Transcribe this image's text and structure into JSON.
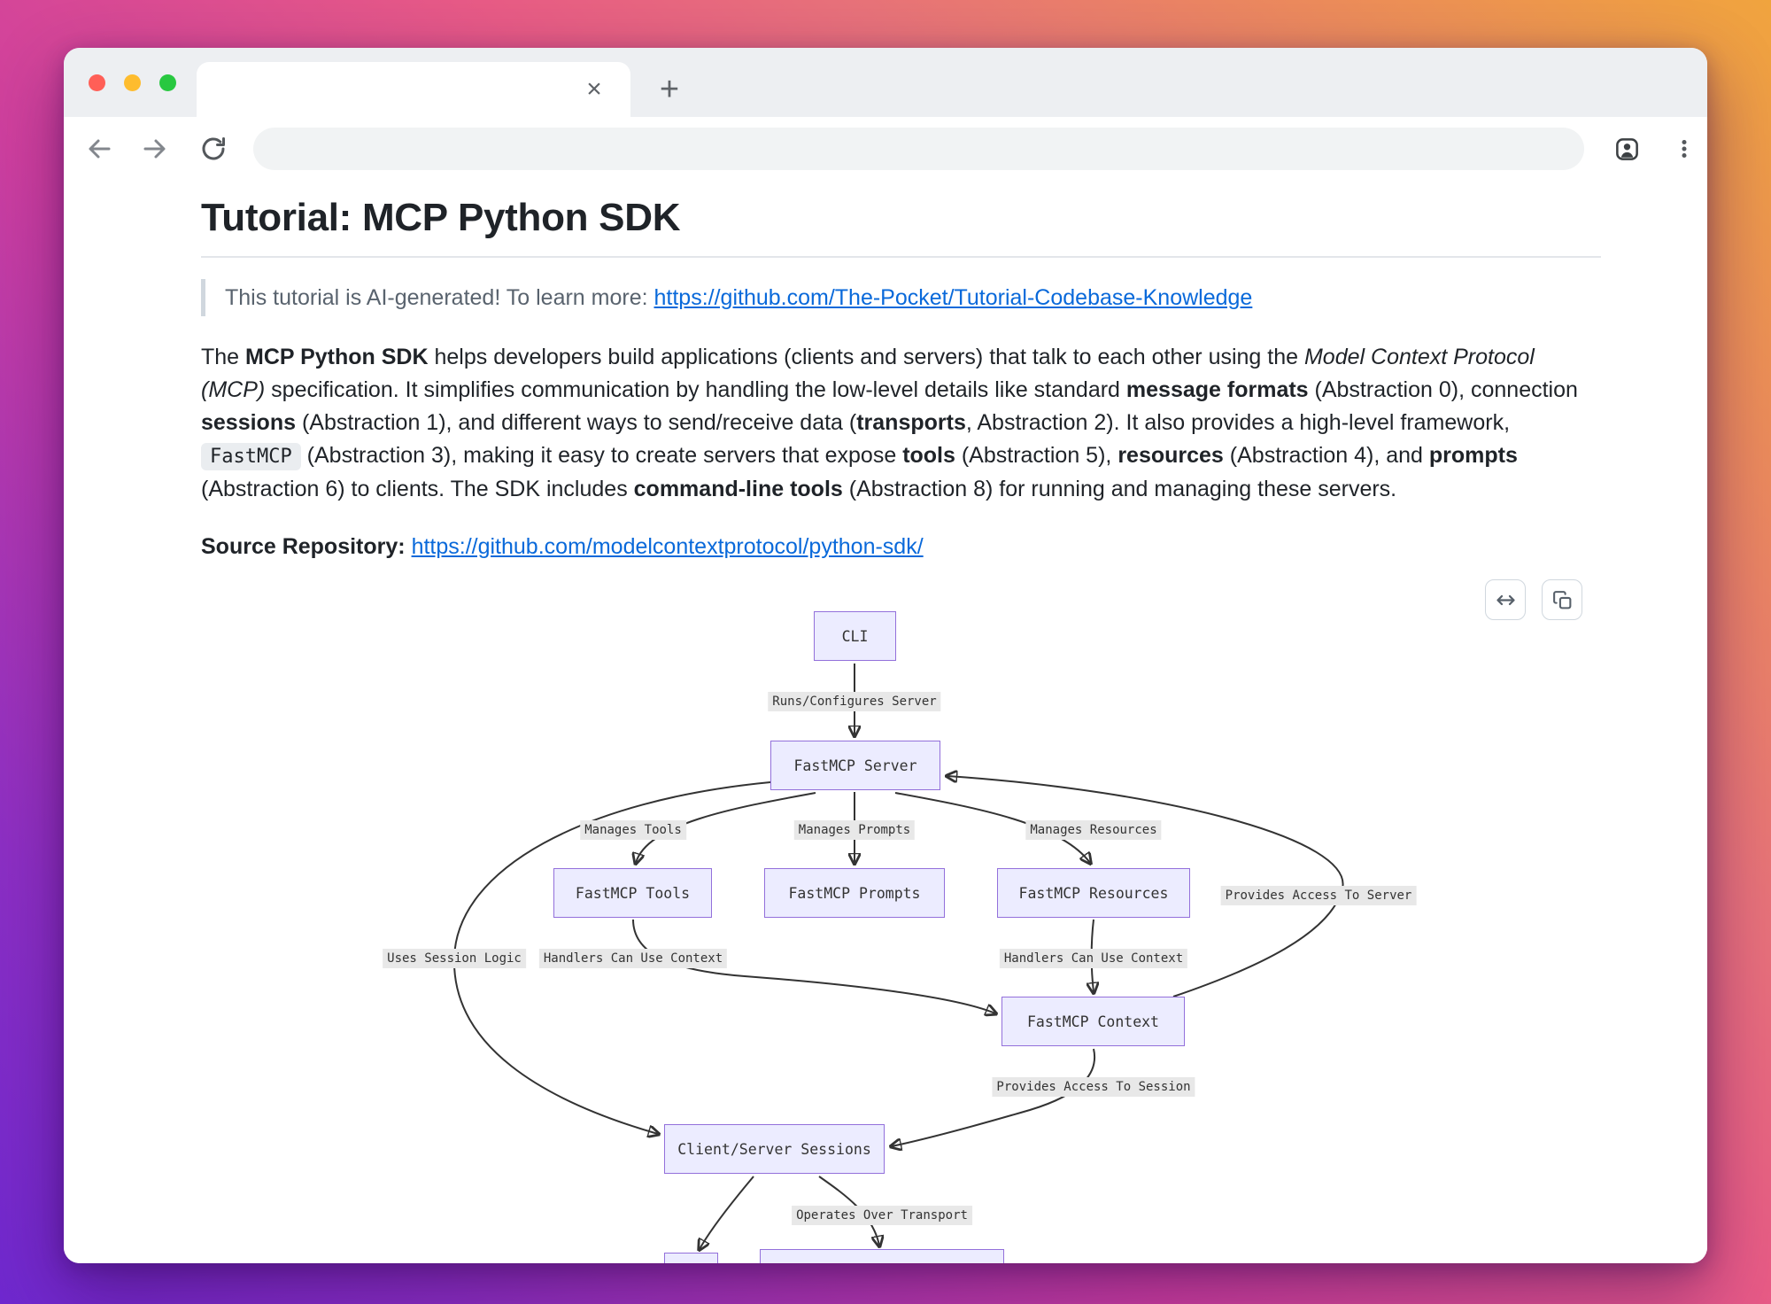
{
  "browser": {
    "window_controls": [
      "close",
      "minimize",
      "zoom"
    ],
    "tab": {
      "close_glyph": "×"
    },
    "new_tab_glyph": "+",
    "address_value": "",
    "icons": {
      "back": "arrow-left",
      "forward": "arrow-right",
      "reload": "refresh-circular-arrow",
      "profile": "user-badge",
      "menu": "kebab-vertical-dots"
    }
  },
  "page": {
    "title": "Tutorial: MCP Python SDK",
    "callout": {
      "text": "This tutorial is AI-generated! To learn more: ",
      "link": "https://github.com/The-Pocket/Tutorial-Codebase-Knowledge"
    },
    "intro_segments": [
      {
        "text": "The ",
        "style": "normal"
      },
      {
        "text": "MCP Python SDK",
        "style": "bold"
      },
      {
        "text": " helps developers build applications (clients and servers) that talk to each other using the ",
        "style": "normal"
      },
      {
        "text": "Model Context Protocol (MCP)",
        "style": "italic"
      },
      {
        "text": " specification. It simplifies communication by handling the low-level details like standard ",
        "style": "normal"
      },
      {
        "text": "message formats",
        "style": "bold"
      },
      {
        "text": " (Abstraction 0), connection ",
        "style": "normal"
      },
      {
        "text": "sessions",
        "style": "bold"
      },
      {
        "text": " (Abstraction 1), and different ways to send/receive data (",
        "style": "normal"
      },
      {
        "text": "transports",
        "style": "bold"
      },
      {
        "text": ", Abstraction 2). It also provides a high-level framework, ",
        "style": "normal"
      },
      {
        "text": "FastMCP",
        "style": "code"
      },
      {
        "text": " (Abstraction 3), making it easy to create servers that expose ",
        "style": "normal"
      },
      {
        "text": "tools",
        "style": "bold"
      },
      {
        "text": " (Abstraction 5), ",
        "style": "normal"
      },
      {
        "text": "resources",
        "style": "bold"
      },
      {
        "text": " (Abstraction 4), and ",
        "style": "normal"
      },
      {
        "text": "prompts",
        "style": "bold"
      },
      {
        "text": " (Abstraction 6) to clients. The SDK includes ",
        "style": "normal"
      },
      {
        "text": "command-line tools",
        "style": "bold"
      },
      {
        "text": " (Abstraction 8) for running and managing these servers.",
        "style": "normal"
      }
    ],
    "source": {
      "label": "Source Repository:",
      "link": "https://github.com/modelcontextprotocol/python-sdk/"
    }
  },
  "diagram": {
    "controls": {
      "expand_glyph": "↔",
      "copy_icon": "overlapping-squares"
    },
    "nodes": {
      "cli": "CLI",
      "server": "FastMCP Server",
      "tools": "FastMCP Tools",
      "prompts": "FastMCP Prompts",
      "resources": "FastMCP Resources",
      "context": "FastMCP Context",
      "sessions": "Client/Server Sessions"
    },
    "edges": [
      {
        "from": "cli",
        "to": "server",
        "label": "Runs/Configures Server"
      },
      {
        "from": "server",
        "to": "tools",
        "label": "Manages Tools"
      },
      {
        "from": "server",
        "to": "prompts",
        "label": "Manages Prompts"
      },
      {
        "from": "server",
        "to": "resources",
        "label": "Manages Resources"
      },
      {
        "from": "tools",
        "to": "context",
        "label": "Handlers Can Use Context"
      },
      {
        "from": "resources",
        "to": "context",
        "label": "Handlers Can Use Context"
      },
      {
        "from": "context",
        "to": "server",
        "label": "Provides Access To Server"
      },
      {
        "from": "server",
        "to": "sessions",
        "label": "Uses Session Logic"
      },
      {
        "from": "context",
        "to": "sessions",
        "label": "Provides Access To Session"
      },
      {
        "from": "sessions",
        "to": "partial-node-cut-off",
        "label": "Operates Over Transport"
      }
    ],
    "colors": {
      "node_fill": "#ECECFF",
      "node_border": "#9370DB",
      "edge_line": "#333333",
      "edge_label_bg": "#E8E8E8"
    }
  },
  "theme": {
    "link_color": "#0969DA",
    "text_color": "#1F2328",
    "muted_text": "#59636E",
    "backdrop_gradient": [
      "#F0A43E",
      "#E85B86",
      "#CF3F9E",
      "#6F28CF"
    ],
    "traffic_lights": [
      "#FF5F57",
      "#FEBC2E",
      "#28C840"
    ]
  }
}
